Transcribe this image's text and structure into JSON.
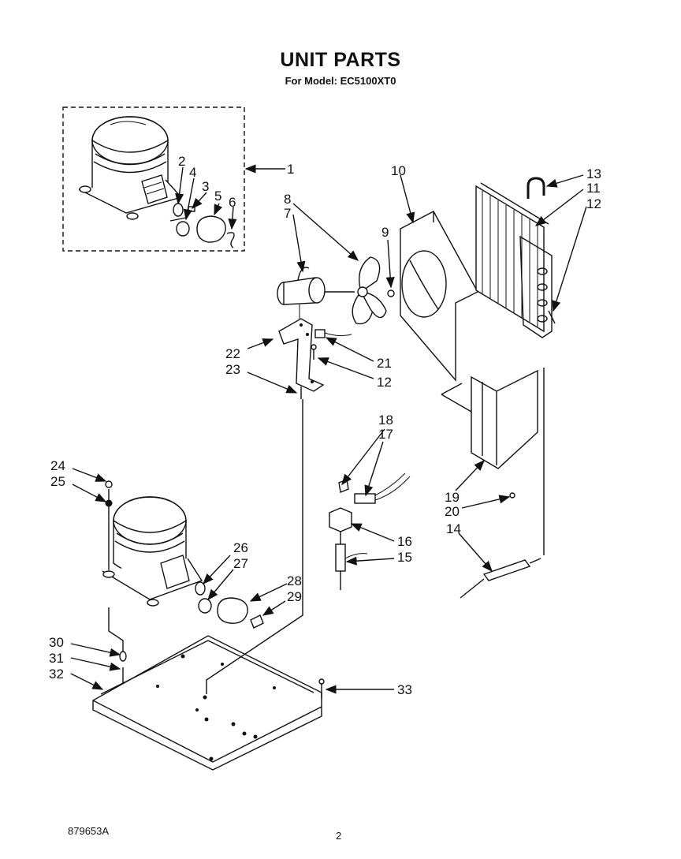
{
  "header": {
    "title": "UNIT PARTS",
    "model_line": "For Model: EC5100XT0"
  },
  "footer": {
    "diagram_code": "879653A",
    "page_number": "2"
  },
  "callouts": {
    "c1": "1",
    "c2": "2",
    "c3": "3",
    "c4": "4",
    "c5": "5",
    "c6": "6",
    "c7": "7",
    "c8": "8",
    "c9": "9",
    "c10": "10",
    "c11": "11",
    "c12a": "12",
    "c12b": "12",
    "c13": "13",
    "c14": "14",
    "c15": "15",
    "c16": "16",
    "c17": "17",
    "c18": "18",
    "c19": "19",
    "c20": "20",
    "c21": "21",
    "c22": "22",
    "c23": "23",
    "c24": "24",
    "c25": "25",
    "c26": "26",
    "c27": "27",
    "c28": "28",
    "c29": "29",
    "c30": "30",
    "c31": "31",
    "c32": "32",
    "c33": "33"
  }
}
